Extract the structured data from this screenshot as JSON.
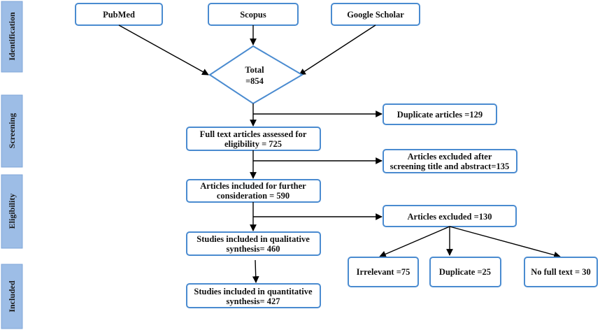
{
  "stages": {
    "identification": "Identification",
    "screening": "Screening",
    "eligibility": "Eligibility",
    "included": "Included"
  },
  "sources": {
    "pubmed": "PubMed",
    "scopus": "Scopus",
    "google_scholar": "Google Scholar"
  },
  "total": {
    "line1": "Total",
    "line2": "=854"
  },
  "main_flow": {
    "full_text_line1": "Full text articles assessed for",
    "full_text_line2": "eligibility = 725",
    "further_line1": "Articles included for further",
    "further_line2": "consideration = 590",
    "qualitative_line1": "Studies included in qualitative",
    "qualitative_line2": "synthesis= 460",
    "quantitative_line1": "Studies included in quantitative",
    "quantitative_line2": "synthesis= 427"
  },
  "exclusions": {
    "duplicate_articles": "Duplicate articles =129",
    "title_abstract_line1": "Articles excluded after",
    "title_abstract_line2": "screening title and abstract=135",
    "excluded_130": "Articles excluded =130",
    "irrelevant": "Irrelevant =75",
    "duplicate": "Duplicate =25",
    "no_full_text": "No full text = 30"
  }
}
